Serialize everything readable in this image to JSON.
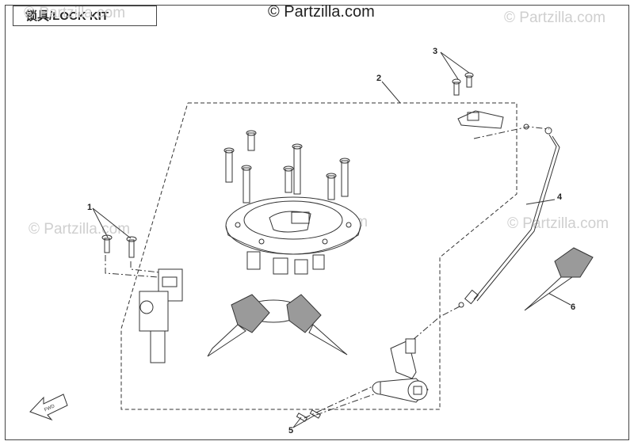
{
  "title": "锁具/LOCK KIT",
  "copyright": "© Partzilla.com",
  "watermark": "© Partzilla.com",
  "callouts": [
    "1",
    "2",
    "3",
    "4",
    "5",
    "6"
  ],
  "fwd_label": "FWD"
}
